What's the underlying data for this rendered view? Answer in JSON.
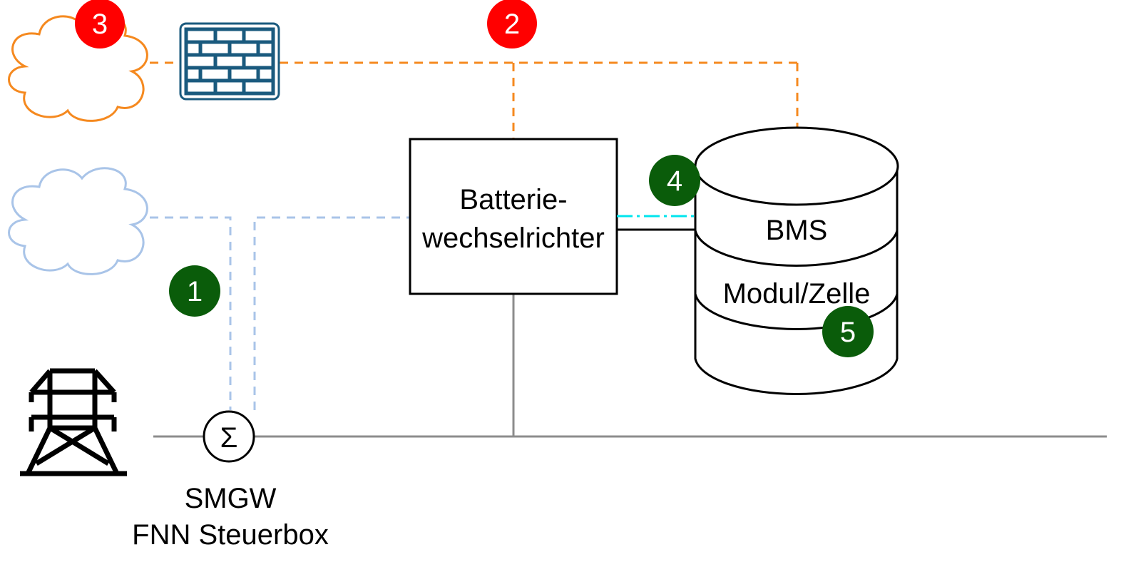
{
  "colors": {
    "internet_link": "#f5891f",
    "local_link": "#a9c4e8",
    "internal_bus": "#00e5ee",
    "power_line": "#8c8c8c",
    "badge_red": "#ff0000",
    "badge_green": "#0a5c0a",
    "firewall": "#1a5a7e",
    "outline": "#000000"
  },
  "icons": {
    "internet_cloud": "cloud-icon",
    "local_cloud": "cloud-icon",
    "firewall": "firewall-icon",
    "grid": "power-pylon-icon",
    "meter": "sigma-icon"
  },
  "badges": {
    "one": "1",
    "two": "2",
    "three": "3",
    "four": "4",
    "five": "5"
  },
  "inverter": {
    "line1": "Batterie-",
    "line2": "wechselrichter"
  },
  "battery": {
    "bms_label": "BMS",
    "module_label": "Modul/Zelle"
  },
  "meter": {
    "symbol": "Σ",
    "label_line1": "SMGW",
    "label_line2": "FNN Steuerbox"
  }
}
